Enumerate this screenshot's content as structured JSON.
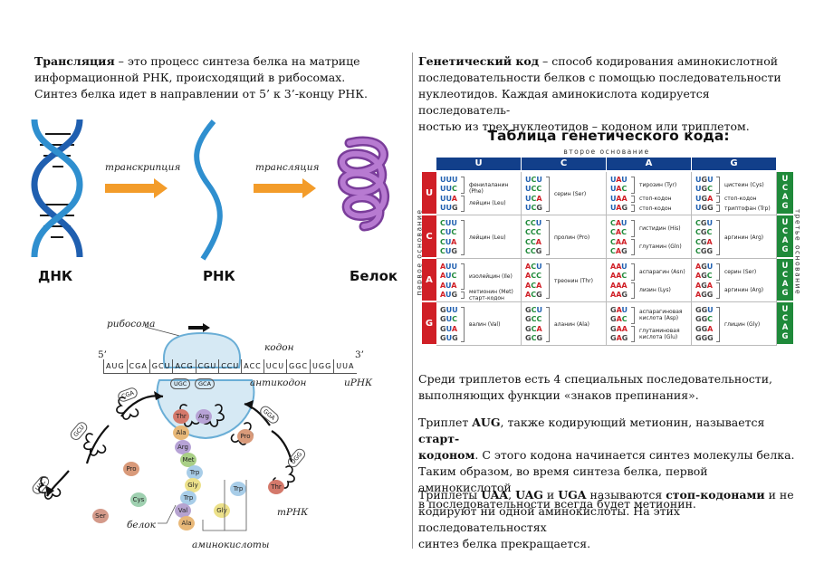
{
  "left": {
    "intro": {
      "term": "Трансляция",
      "line1": " – это процесс синтеза белка на матрице",
      "line2": "информационной РНК, происходящий в рибосомах.",
      "line3": "Синтез белка идет в направлении от 5’ к 3’-концу РНК."
    },
    "flow": {
      "arrow1": "транскрипция",
      "arrow2": "трансляция",
      "dna": "ДНК",
      "rna": "РНК",
      "protein": "Белок"
    },
    "diagram": {
      "ribosome": "рибосома",
      "codon": "кодон",
      "anticodon": "антикодон",
      "five": "5’",
      "three": "3’",
      "mrna": "иРНК",
      "trna": "тРНК",
      "protein": "белок",
      "aminoacids": "аминокислоты",
      "mrna_codons": [
        "AUG",
        "CGA",
        "GCU",
        "ACG",
        "CGU",
        "CCU",
        "ACC",
        "UCU",
        "GGC",
        "UGG",
        "UUA"
      ],
      "anticodons": [
        "UGC",
        "GCA"
      ],
      "trna_codes": [
        "CGA",
        "GCU",
        "UAC",
        "GGA",
        "UGG"
      ],
      "chain": [
        "Thr",
        "Ala",
        "Arg",
        "Met",
        "Trp",
        "Gly",
        "Trp",
        "Val",
        "Ala"
      ],
      "free": [
        "Arg",
        "Pro",
        "Pro",
        "Thr",
        "Cys",
        "Ser",
        "Trp",
        "Gly"
      ]
    }
  },
  "right": {
    "intro": {
      "term": "Генетический код",
      "line1": " – способ кодирования аминокислотной",
      "line2": "последовательности белков с помощью последовательности",
      "line3": "нуклеотидов. Каждая аминокислота кодируется последователь-",
      "line4": "ностью из трех нуклеотидов – кодоном или триплетом."
    },
    "table": {
      "title": "Таблица генетического кода:",
      "second_axis": "второе   основание",
      "first_axis": "первое   основание",
      "third_axis": "третье   основание",
      "columns": [
        "U",
        "C",
        "A",
        "G"
      ],
      "rows": [
        {
          "base": "U",
          "third": [
            "U",
            "C",
            "A",
            "G"
          ],
          "cells": [
            {
              "codons": [
                "UUU",
                "UUC",
                "UUA",
                "UUG"
              ],
              "aas": [
                {
                  "t": "фенилаланин (Phe)",
                  "n": 2
                },
                {
                  "t": "лейцин (Leu)",
                  "n": 2
                }
              ]
            },
            {
              "codons": [
                "UCU",
                "UCC",
                "UCA",
                "UCG"
              ],
              "aas": [
                {
                  "t": "серин (Ser)",
                  "n": 4
                }
              ]
            },
            {
              "codons": [
                "UAU",
                "UAC",
                "UAA",
                "UAG"
              ],
              "aas": [
                {
                  "t": "тирозин (Tyr)",
                  "n": 2
                },
                {
                  "t": "стоп-кодон",
                  "n": 1
                },
                {
                  "t": "стоп-кодон",
                  "n": 1
                }
              ]
            },
            {
              "codons": [
                "UGU",
                "UGC",
                "UGA",
                "UGG"
              ],
              "aas": [
                {
                  "t": "цистеин (Cys)",
                  "n": 2
                },
                {
                  "t": "стоп-кодон",
                  "n": 1
                },
                {
                  "t": "триптофан (Trp)",
                  "n": 1
                }
              ]
            }
          ]
        },
        {
          "base": "C",
          "third": [
            "U",
            "C",
            "A",
            "G"
          ],
          "cells": [
            {
              "codons": [
                "CUU",
                "CUC",
                "CUA",
                "CUG"
              ],
              "aas": [
                {
                  "t": "лейцин (Leu)",
                  "n": 4
                }
              ]
            },
            {
              "codons": [
                "CCU",
                "CCC",
                "CCA",
                "CCG"
              ],
              "aas": [
                {
                  "t": "пролин (Pro)",
                  "n": 4
                }
              ]
            },
            {
              "codons": [
                "CAU",
                "CAC",
                "CAA",
                "CAG"
              ],
              "aas": [
                {
                  "t": "гистидин (His)",
                  "n": 2
                },
                {
                  "t": "глутамин (Gln)",
                  "n": 2
                }
              ]
            },
            {
              "codons": [
                "CGU",
                "CGC",
                "CGA",
                "CGG"
              ],
              "aas": [
                {
                  "t": "аргинин (Arg)",
                  "n": 4
                }
              ]
            }
          ]
        },
        {
          "base": "A",
          "third": [
            "U",
            "C",
            "A",
            "G"
          ],
          "cells": [
            {
              "codons": [
                "AUU",
                "AUC",
                "AUA",
                "AUG"
              ],
              "aas": [
                {
                  "t": "изолейцин (Ile)",
                  "n": 3
                },
                {
                  "t": "метионин (Met) старт-кодон",
                  "n": 1
                }
              ]
            },
            {
              "codons": [
                "ACU",
                "ACC",
                "ACA",
                "ACG"
              ],
              "aas": [
                {
                  "t": "треонин (Thr)",
                  "n": 4
                }
              ]
            },
            {
              "codons": [
                "AAU",
                "AAC",
                "AAA",
                "AAG"
              ],
              "aas": [
                {
                  "t": "аспарагин (Asn)",
                  "n": 2
                },
                {
                  "t": "лизин (Lys)",
                  "n": 2
                }
              ]
            },
            {
              "codons": [
                "AGU",
                "AGC",
                "AGA",
                "AGG"
              ],
              "aas": [
                {
                  "t": "серин (Ser)",
                  "n": 2
                },
                {
                  "t": "аргинин (Arg)",
                  "n": 2
                }
              ]
            }
          ]
        },
        {
          "base": "G",
          "third": [
            "U",
            "C",
            "A",
            "G"
          ],
          "cells": [
            {
              "codons": [
                "GUU",
                "GUC",
                "GUA",
                "GUG"
              ],
              "aas": [
                {
                  "t": "валин (Val)",
                  "n": 4
                }
              ]
            },
            {
              "codons": [
                "GCU",
                "GCC",
                "GCA",
                "GCG"
              ],
              "aas": [
                {
                  "t": "аланин (Ala)",
                  "n": 4
                }
              ]
            },
            {
              "codons": [
                "GAU",
                "GAC",
                "GAA",
                "GAG"
              ],
              "aas": [
                {
                  "t": "аспарагиновая кислота (Asp)",
                  "n": 2
                },
                {
                  "t": "глутаминовая кислота (Glu)",
                  "n": 2
                }
              ]
            },
            {
              "codons": [
                "GGU",
                "GGC",
                "GGA",
                "GGG"
              ],
              "aas": [
                {
                  "t": "глицин (Gly)",
                  "n": 4
                }
              ]
            }
          ]
        }
      ]
    },
    "p1": {
      "line1": "Среди триплетов есть 4 специальных последовательности,",
      "line2": "выполняющих функции «знаков препинания»."
    },
    "p2": {
      "a": "Триплет ",
      "aug": "AUG",
      "b": ", также кодирующий метионин, называется ",
      "start1": "старт-",
      "start2": "кодоном",
      "c": ". С этого кодона начинается синтез молекулы белка.",
      "line3": "Таким образом, во время синтеза белка, первой аминокислотой",
      "line4": "в последовательности всегда будет метионин."
    },
    "p3": {
      "a": "Триплеты ",
      "uaa": "UAA",
      "sep1": ", ",
      "uag": "UAG",
      "and": " и ",
      "uga": "UGA",
      "b": " называются ",
      "stop": "стоп-кодонами",
      "c": " и не",
      "line2": "кодируют ни одной аминокислоты. На этих последовательностях",
      "line3": "синтез белка прекращается."
    }
  }
}
